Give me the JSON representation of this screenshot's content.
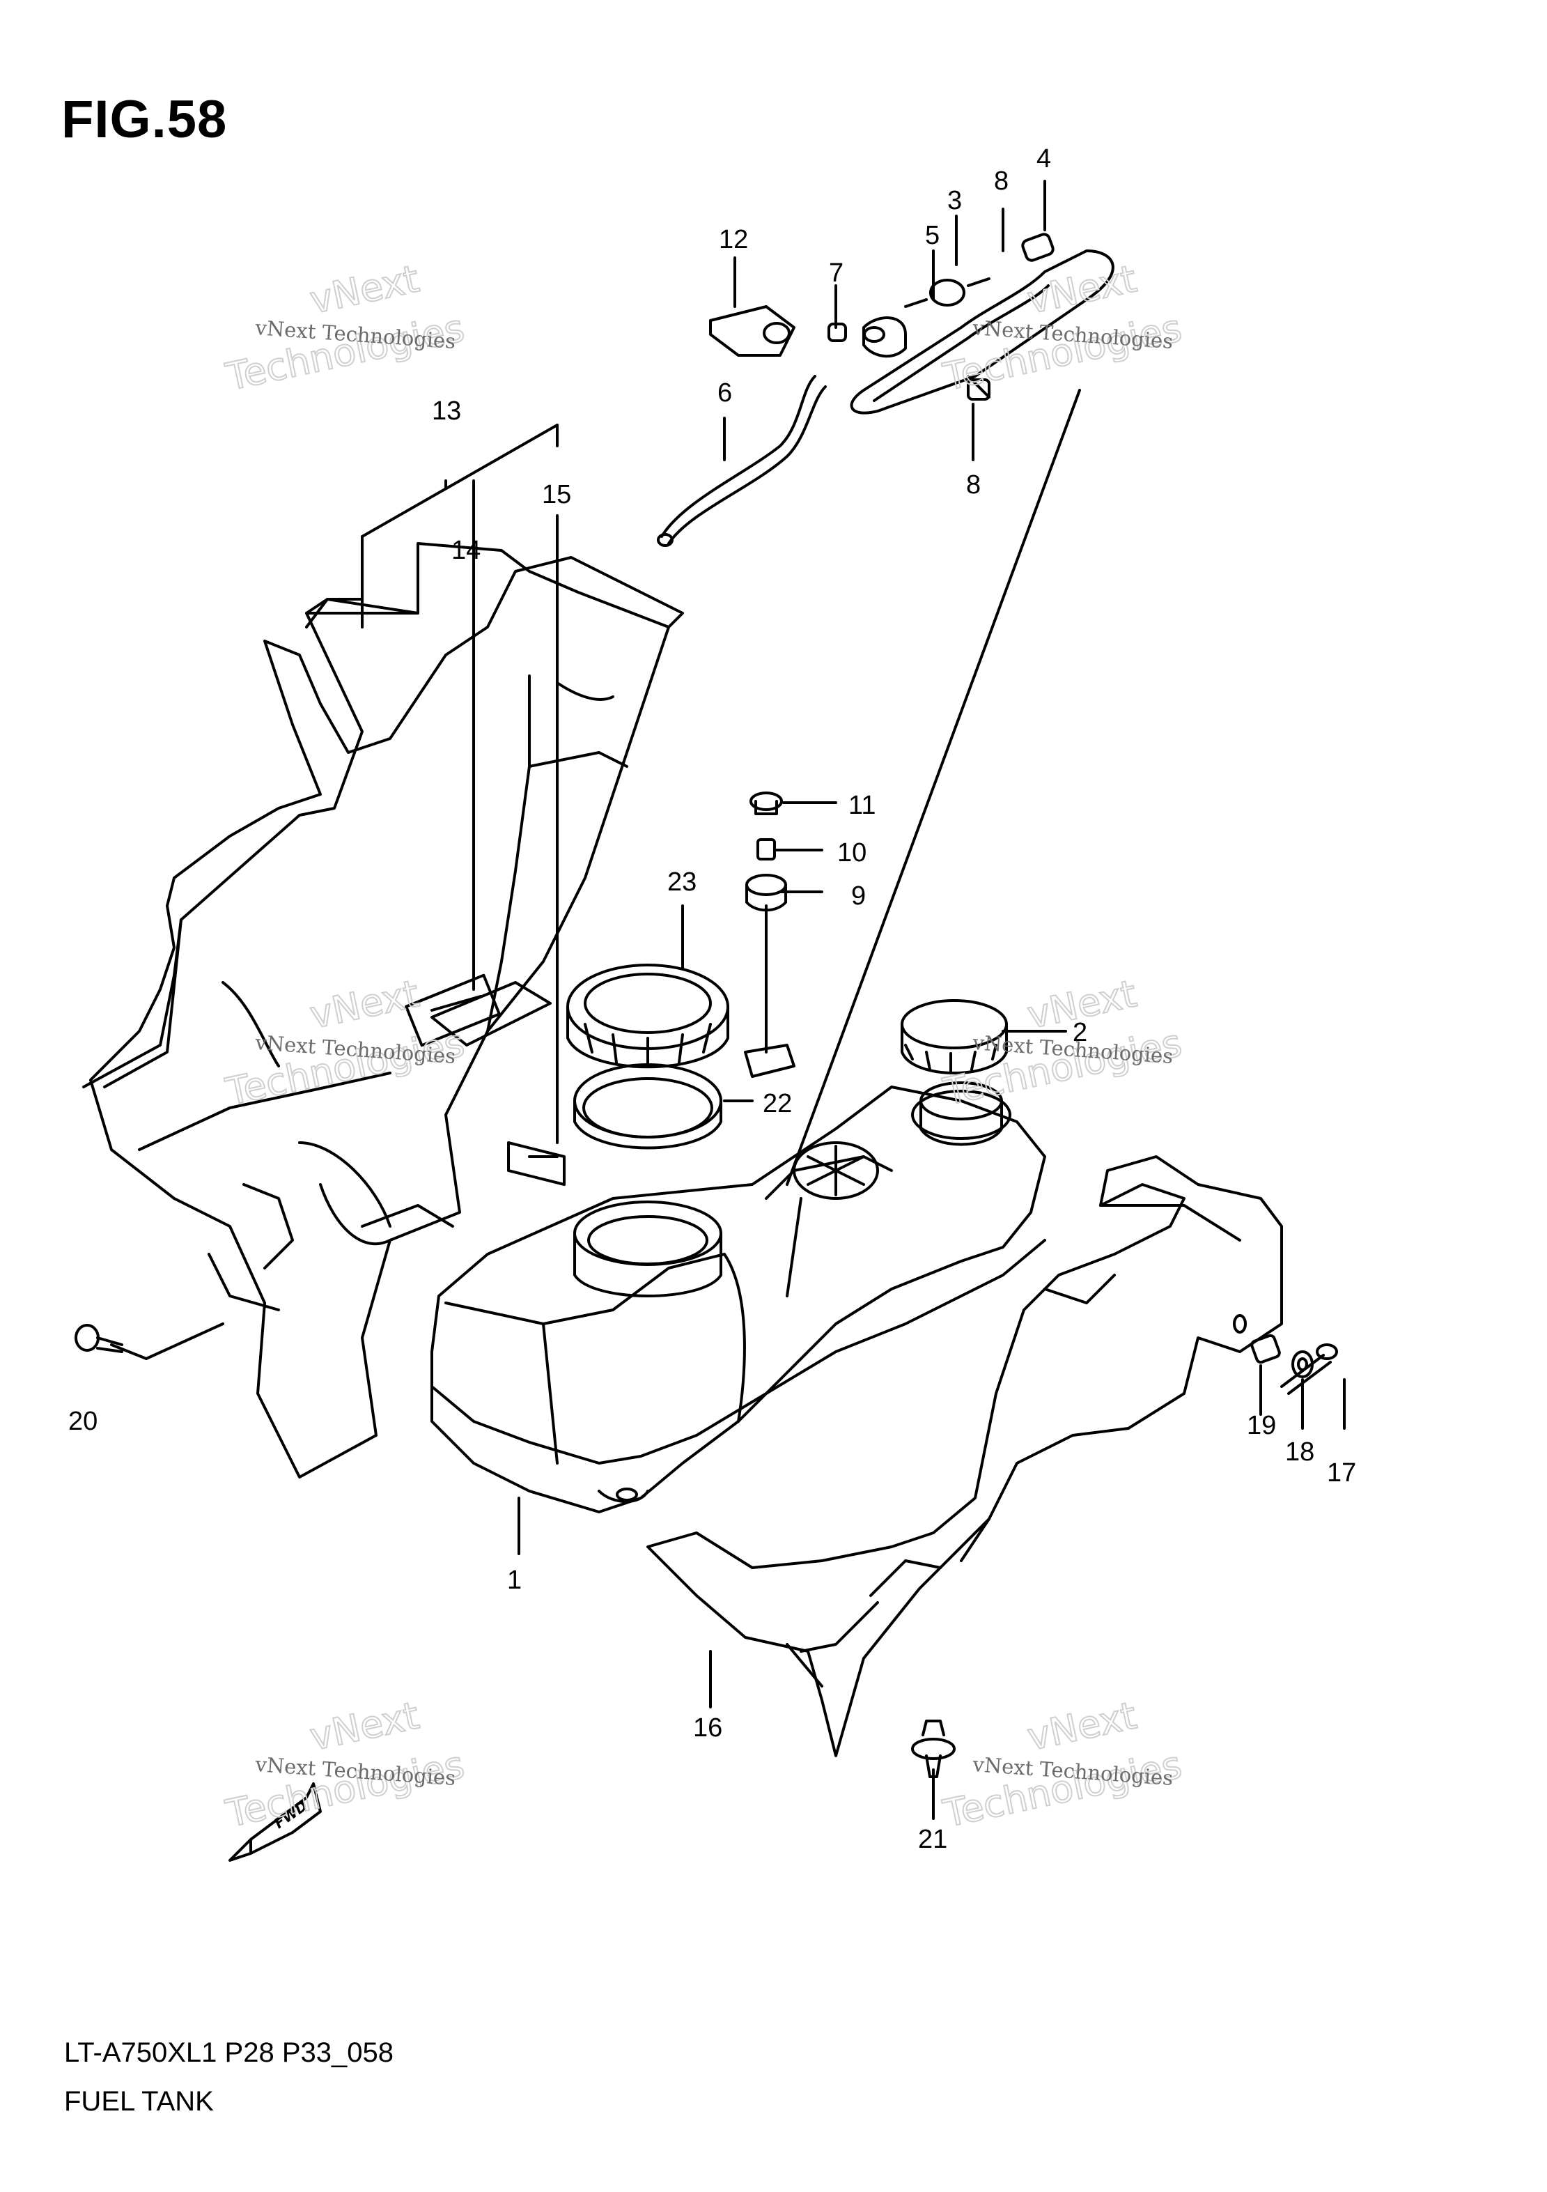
{
  "figure": {
    "title": "FIG.58",
    "model_code": "LT-A750XL1 P28 P33_058",
    "caption": "FUEL TANK"
  },
  "watermark": {
    "line1": "vNext",
    "line2": "Technologies",
    "small": "vNext Technologies"
  },
  "callouts": {
    "c1": "1",
    "c2": "2",
    "c3": "3",
    "c4": "4",
    "c5": "5",
    "c6": "6",
    "c7": "7",
    "c8a": "8",
    "c8b": "8",
    "c9": "9",
    "c10": "10",
    "c11": "11",
    "c12": "12",
    "c13": "13",
    "c14": "14",
    "c15": "15",
    "c16": "16",
    "c17": "17",
    "c18": "18",
    "c19": "19",
    "c20": "20",
    "c21": "21",
    "c22": "22",
    "c23": "23"
  },
  "fwd_arrow": "FWD",
  "colors": {
    "line": "#000000",
    "watermark": "#cfcfcf"
  }
}
